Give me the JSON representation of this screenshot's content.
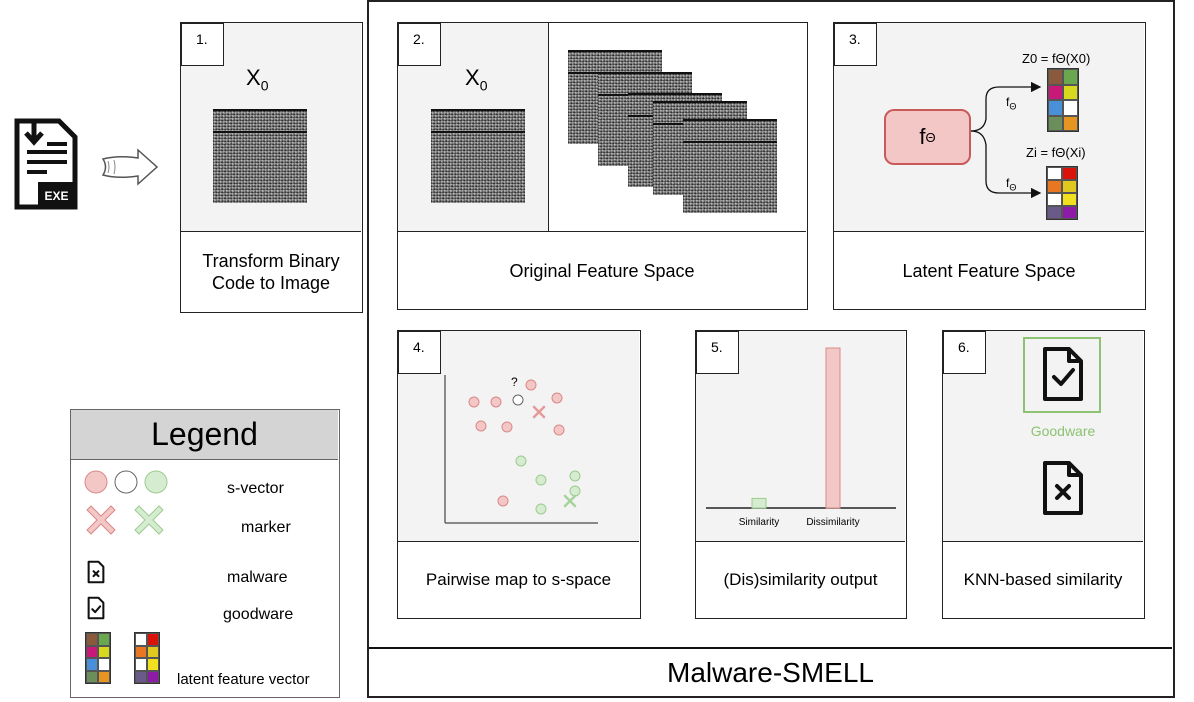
{
  "exe_icon": {
    "label": "EXE",
    "icon": "exe-file-icon"
  },
  "arrow_icon": "outline-arrow-icon",
  "step1": {
    "number": "1.",
    "symbol": "X",
    "subscript": "0",
    "caption_lines": [
      "Transform Binary",
      "Code to Image"
    ]
  },
  "step2": {
    "number": "2.",
    "symbol": "X",
    "subscript": "0",
    "caption": "Original Feature Space"
  },
  "step3": {
    "number": "3.",
    "f_symbol": "f",
    "f_sub": "Θ",
    "z0_label": "Z0 = fΘ(X0)",
    "zi_label": "Zi = fΘ(Xi)",
    "caption": "Latent Feature Space",
    "z0_colors": [
      "#8b5a3c",
      "#6aa84f",
      "#c8187a",
      "#d8d81e",
      "#4a90d9",
      "#ffffff",
      "#6b8e5a",
      "#e69520"
    ],
    "zi_colors": [
      "#ffffff",
      "#d9120a",
      "#e87722",
      "#e0c81e",
      "#ffffff",
      "#f0e020",
      "#6a5a8a",
      "#8e1aa8"
    ]
  },
  "step4": {
    "number": "4.",
    "question_mark": "?",
    "caption": "Pairwise map to s-space"
  },
  "step5": {
    "number": "5.",
    "caption": "(Dis)similarity output",
    "chart": {
      "categories": [
        "Similarity",
        "Dissimilarity"
      ],
      "values": [
        0.06,
        1.0
      ]
    }
  },
  "step6": {
    "number": "6.",
    "goodware_label": "Goodware",
    "caption": "KNN-based similarity"
  },
  "legend": {
    "title": "Legend",
    "svector": "s-vector",
    "marker": "marker",
    "malware": "malware",
    "goodware": "goodware",
    "latent": "latent feature vector"
  },
  "main_title": "Malware-SMELL",
  "colors": {
    "red_fill": "#f4c7c7",
    "red_stroke": "#d98888",
    "green_fill": "#d5ecd0",
    "green_stroke": "#9ccc8e",
    "goodware_green": "#8cc271"
  }
}
